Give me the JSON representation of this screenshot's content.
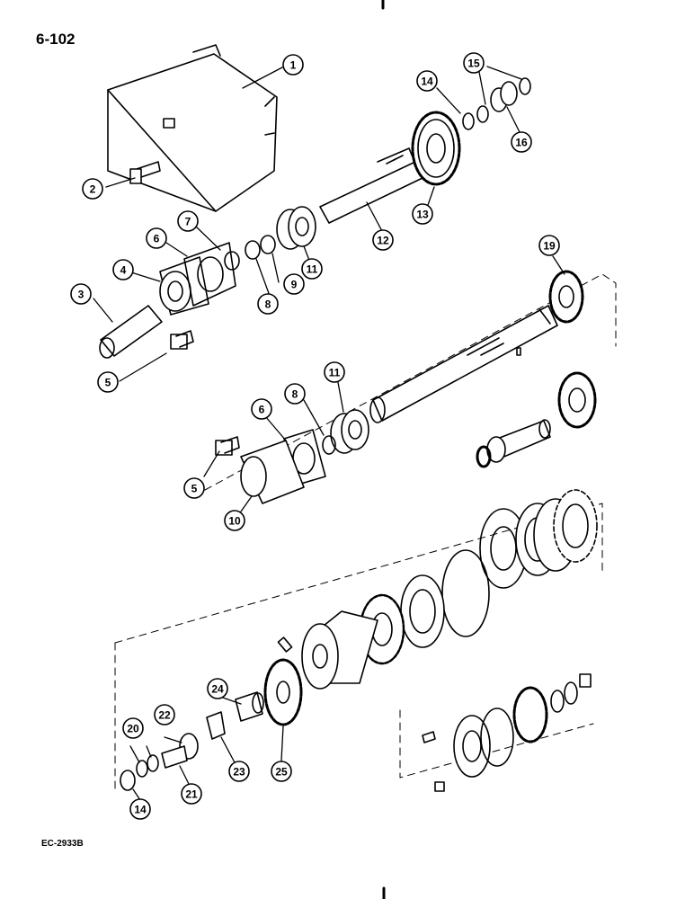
{
  "page_number": "6-102",
  "reference_code": "EC-2933B",
  "callouts": [
    "1",
    "2",
    "3",
    "4",
    "5",
    "6",
    "7",
    "8",
    "9",
    "11",
    "12",
    "13",
    "14",
    "15",
    "16",
    "19",
    "11",
    "8",
    "6",
    "5",
    "10",
    "20",
    "22",
    "24",
    "25",
    "23",
    "21",
    "14"
  ]
}
